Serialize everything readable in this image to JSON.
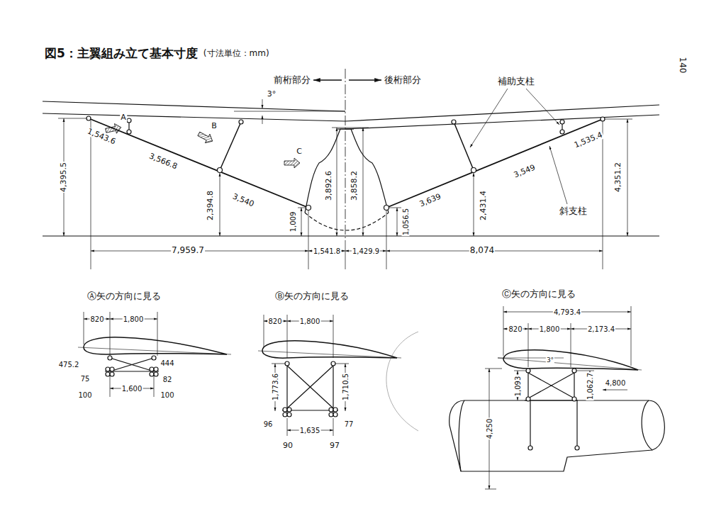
{
  "diagram": {
    "title": "図5：主翼組み立て基本寸度",
    "labels": [
      "(寸法単位：mm)",
      "140",
      "前桁部分",
      "後桁部分",
      "3°",
      "補助支柱",
      "A",
      "B",
      "C",
      "1,543.6",
      "3,566.8",
      "3,540",
      "2,394.8",
      "1,009",
      "4,395.5",
      "3,892.6",
      "3,858.2",
      "1,056.5",
      "3,639",
      "2,431.4",
      "3,549",
      "1,535.4",
      "斜支柱",
      "4,351.2",
      "7,959.7",
      "1,541.8",
      "1,429.9",
      "8,074",
      "Ⓐ矢の方向に見る",
      "820",
      "1,800",
      "475.2",
      "444",
      "75",
      "82",
      "100",
      "1,600",
      "100",
      "Ⓑ矢の方向に見る",
      "820",
      "1,800",
      "1,773.6",
      "1,710.5",
      "96",
      "77",
      "1,635",
      "90",
      "97",
      "Ⓒ矢の方向に見る",
      "4,793.4",
      "820",
      "1,800",
      "2,173.4",
      "3°",
      "1,093",
      "1,062.7",
      "4,800",
      "4,250"
    ]
  }
}
